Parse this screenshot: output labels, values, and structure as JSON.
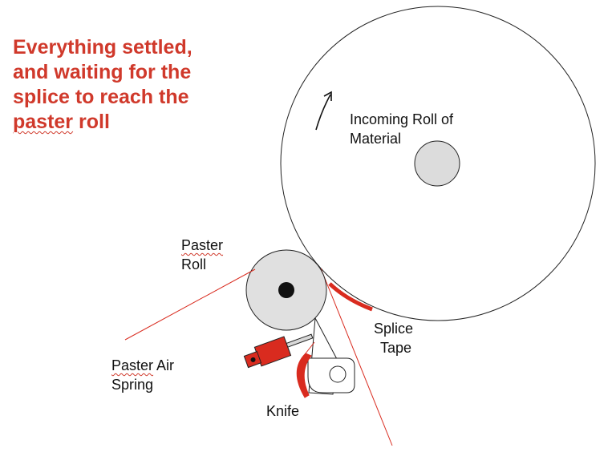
{
  "headline": {
    "line1": "Everything settled,",
    "line2": "and waiting for the",
    "line3": "splice to reach the",
    "line4_word": "paster",
    "line4_rest": " roll"
  },
  "labels": {
    "incoming_roll_line1": "Incoming Roll of",
    "incoming_roll_line2": "Material",
    "paster_roll_line1": "Paster",
    "paster_roll_line2": "Roll",
    "paster_air_line1_word": "Paster",
    "paster_air_line1_rest": " Air",
    "paster_air_line2": "Spring",
    "splice_tape_line1": "Splice",
    "splice_tape_line2": "Tape",
    "knife": "Knife"
  },
  "colors": {
    "headline": "#d0392b",
    "accent_red": "#d92b1f",
    "roll_fill": "#e0e0e0",
    "outline": "#222222"
  }
}
